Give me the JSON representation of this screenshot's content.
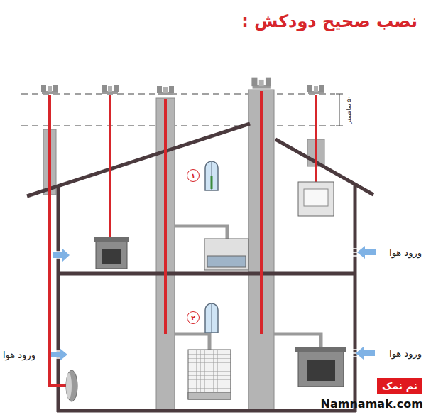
{
  "diagram": {
    "title": "نصب صحیح دودکش :",
    "nodes": [
      {
        "text": [
          "۱"
        ]
      },
      {
        "text": [
          "۲"
        ]
      },
      {
        "text": [
          "نم نمک"
        ]
      }
    ],
    "labels": [
      "۵۰ سانتیمتر",
      "ورود هوا",
      "ورود هوا",
      "ورود هوا",
      "Namnamak.com"
    ]
  }
}
